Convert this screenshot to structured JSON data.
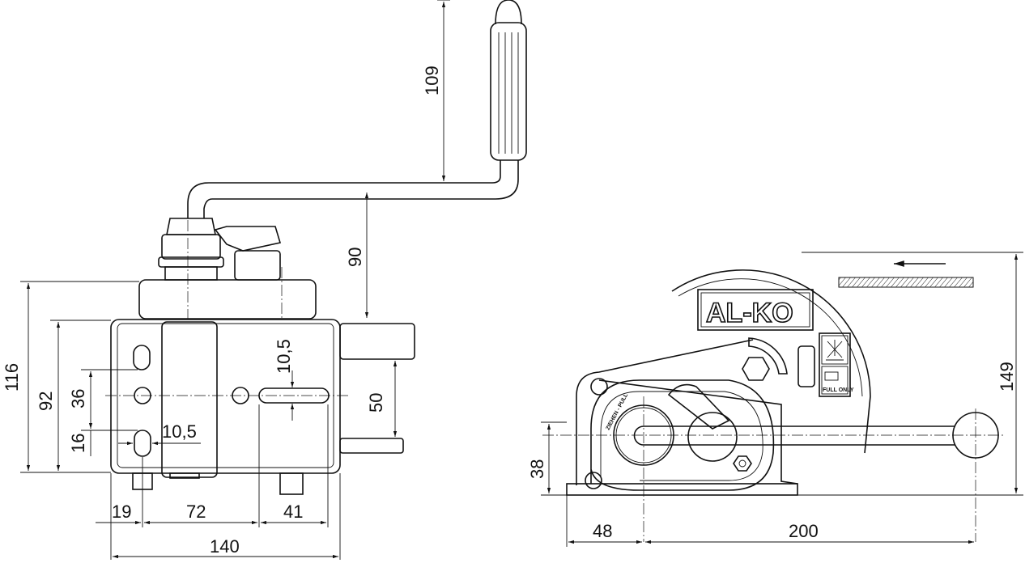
{
  "left_view": {
    "dimensions": {
      "crank_height": "109",
      "arm_height": "90",
      "overall_height": "116",
      "body_height": "92",
      "hole_spacing_vertical": "36",
      "hole_offset_bottom": "16",
      "slot_width_horizontal": "10,5",
      "slot_width_vertical": "10,5",
      "flange_height": "50",
      "edge_to_hole": "19",
      "hole_spacing": "72",
      "slot_to_edge": "41",
      "overall_width": "140"
    }
  },
  "right_view": {
    "logo": "AL-KO",
    "label_full_only": "FULL ONLY",
    "label_pull": "ZIEHEN - PULL",
    "dimensions": {
      "axis_height": "38",
      "base_to_axis": "48",
      "handle_length": "200",
      "overall_height": "149"
    }
  }
}
